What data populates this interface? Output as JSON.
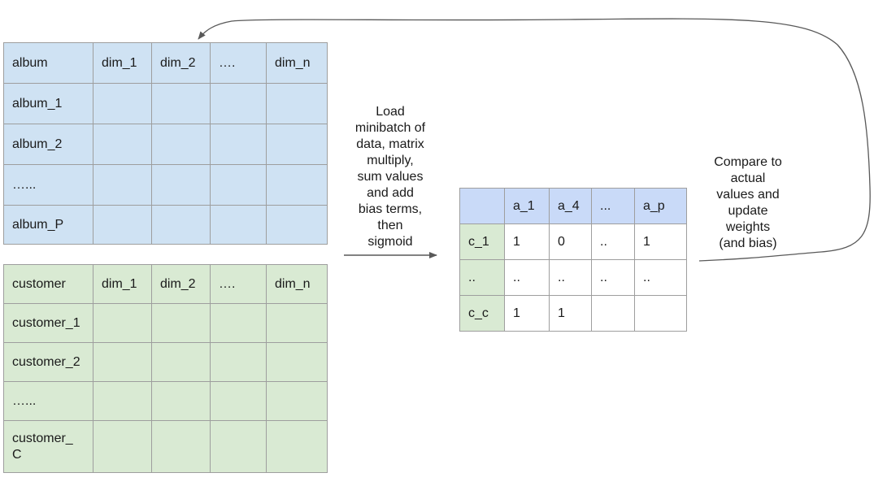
{
  "album_table": {
    "header": [
      "album",
      "dim_1",
      "dim_2",
      "….",
      "dim_n"
    ],
    "rows": [
      [
        "album_1",
        "",
        "",
        "",
        ""
      ],
      [
        "album_2",
        "",
        "",
        "",
        ""
      ],
      [
        "…...",
        "",
        "",
        "",
        ""
      ],
      [
        "album_P",
        "",
        "",
        "",
        ""
      ]
    ]
  },
  "customer_table": {
    "header": [
      "customer",
      "dim_1",
      "dim_2",
      "….",
      "dim_n"
    ],
    "rows": [
      [
        "customer_1",
        "",
        "",
        "",
        ""
      ],
      [
        "customer_2",
        "",
        "",
        "",
        ""
      ],
      [
        "…...",
        "",
        "",
        "",
        ""
      ],
      [
        "customer_\nC",
        "",
        "",
        "",
        ""
      ]
    ]
  },
  "result_table": {
    "header": [
      "",
      "a_1",
      "a_4",
      "...",
      "a_p"
    ],
    "rows": [
      [
        "c_1",
        "1",
        "0",
        "..",
        "1"
      ],
      [
        "..",
        "..",
        "..",
        "..",
        ".."
      ],
      [
        "c_c",
        "1",
        "1",
        "",
        ""
      ]
    ]
  },
  "notes": {
    "load_step": "Load\nminibatch of\ndata, matrix\nmultiply,\nsum values\nand add\nbias terms,\nthen\nsigmoid",
    "compare_step": "Compare to\nactual\nvalues and\nupdate\nweights\n(and bias)"
  },
  "colors": {
    "album_fill": "#cfe2f3",
    "customer_fill": "#d9ead3",
    "result_header_fill": "#c9daf8",
    "grid_line": "#9e9e9e",
    "arrow": "#595959"
  }
}
